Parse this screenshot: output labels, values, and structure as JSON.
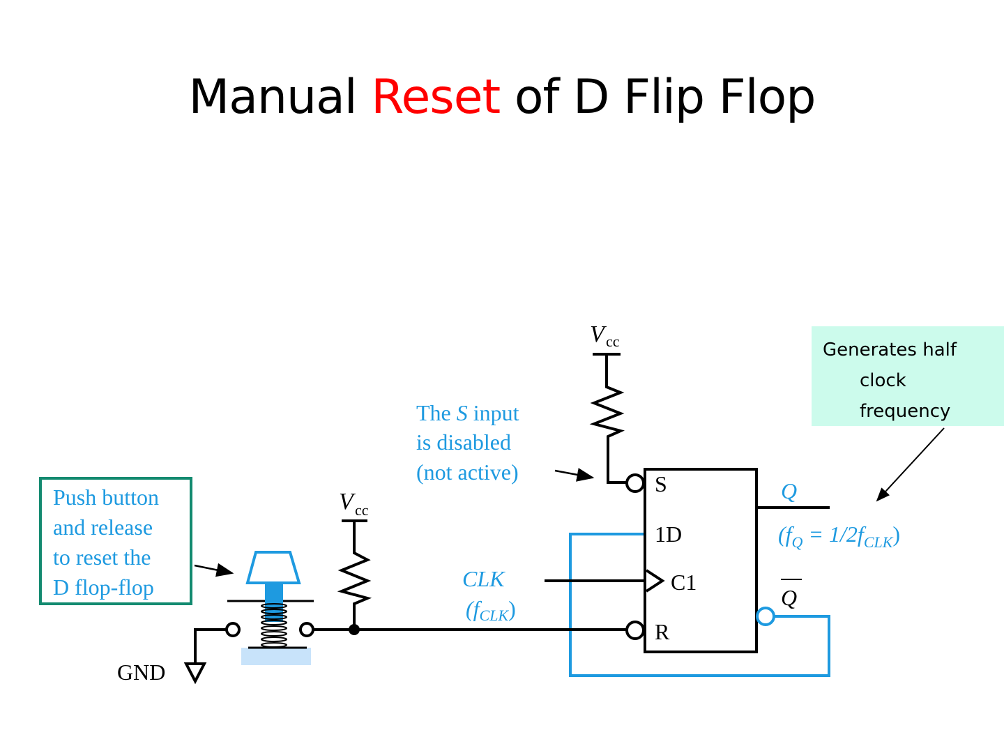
{
  "slide": {
    "title_part1": "Manual ",
    "title_highlight": "Reset",
    "title_part2": " of D Flip Flop",
    "colors": {
      "highlight": "#ff0000",
      "annotation": "#1e9ae0",
      "callout_bg": "#ccfbec",
      "box_border": "#138a70"
    }
  },
  "callout": {
    "line1": "Generates half",
    "line2": "clock",
    "line3": "frequency"
  },
  "diagram": {
    "vcc_label": "V",
    "vcc_sub": "cc",
    "gnd_label": "GND",
    "s_note": {
      "line1_pre": "The ",
      "line1_s": "S",
      "line1_post": " input",
      "line2": "is disabled",
      "line3": "(not active)"
    },
    "push_note": {
      "line1": "Push button",
      "line2": "and release",
      "line3": "to reset the",
      "line4": "D flop-flop"
    },
    "clk_label": "CLK",
    "clk_freq_open": "(f",
    "clk_freq_sub": "CLK",
    "clk_freq_close": ")",
    "pins": {
      "s": "S",
      "d": "1D",
      "c": "C1",
      "r": "R"
    },
    "q_label": "Q",
    "qbar_label": "Q",
    "fq_open": "(f",
    "fq_sub": "Q",
    "fq_mid": " = 1/2f",
    "fq_sub2": "CLK",
    "fq_close": ")"
  }
}
